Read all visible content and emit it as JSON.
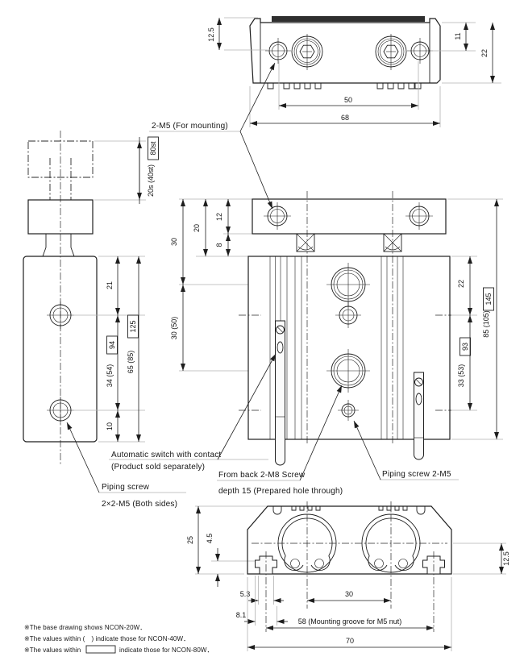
{
  "labels": {
    "mounting": "2-M5 (For mounting)",
    "auto_switch_line1": "Automatic switch with contact",
    "auto_switch_line2": "(Product sold separately)",
    "back_screw_line1": "From back 2-M8 Screw",
    "back_screw_line2": "depth 15 (Prepared hole through)",
    "piping_both_line1": "Piping screw",
    "piping_both_line2": "2×2-M5 (Both sides)",
    "piping_right": "Piping screw 2-M5"
  },
  "top": {
    "d125": "12.5",
    "d11": "11",
    "d22": "22",
    "d50": "50",
    "d68": "68"
  },
  "side": {
    "stroke": "20s (40st)",
    "stroke80": "80st",
    "d21": "21",
    "d34": "34 (54)",
    "d94": "94",
    "d65": "65 (85)",
    "d125": "125",
    "d10": "10"
  },
  "front": {
    "d30": "30",
    "d20": "20",
    "d12": "12",
    "d8": "8",
    "d3050": "30 (50)",
    "d22": "22",
    "d33": "33 (53)",
    "d93": "93",
    "d85": "85 (105)",
    "d145": "145"
  },
  "bottom": {
    "d25": "25",
    "d45": "4.5",
    "d53": "5.3",
    "d81": "8.1",
    "d30": "30",
    "d125": "12.5",
    "d58": "58 (Mounting groove for M5 nut)",
    "d70": "70"
  },
  "notes": {
    "line1": "※The base drawing shows NCON-20W．",
    "line2": "※The values within (　) indicate those for NCON-40W．",
    "line3a": "※The values within",
    "line3b": "indicate those for NCON-80W．"
  }
}
